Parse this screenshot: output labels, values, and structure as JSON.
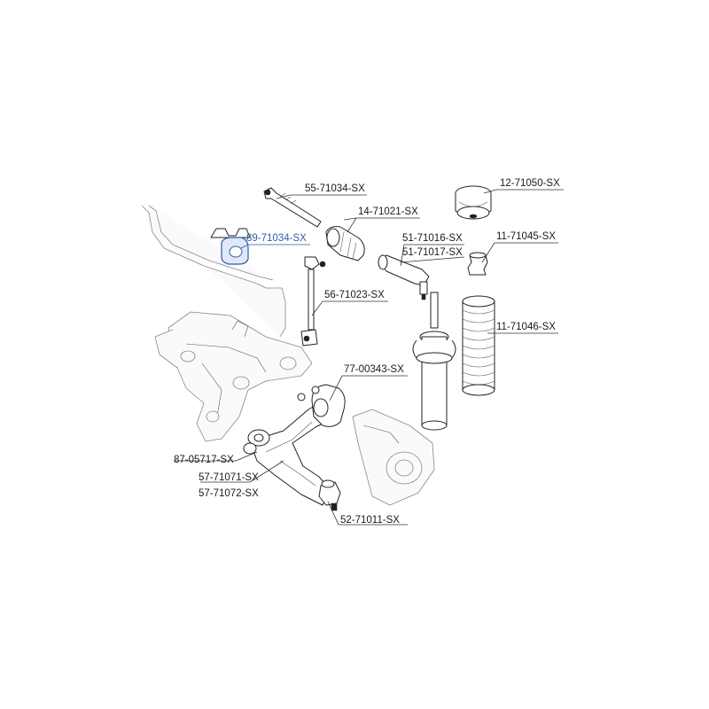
{
  "callouts": {
    "c1": "55-71034-SX",
    "c2": "14-71021-SX",
    "c3": "89-71034-SX",
    "c4": "12-71050-SX",
    "c5": "11-71045-SX",
    "c6": "51-71016-SX",
    "c7": "51-71017-SX",
    "c8": "56-71023-SX",
    "c9": "11-71046-SX",
    "c10": "77-00343-SX",
    "c11": "87-05717-SX",
    "c12": "57-71071-SX",
    "c13": "57-71072-SX",
    "c14": "52-71011-SX"
  },
  "colors": {
    "highlight": "#2f5fa8",
    "line": "#222222"
  }
}
